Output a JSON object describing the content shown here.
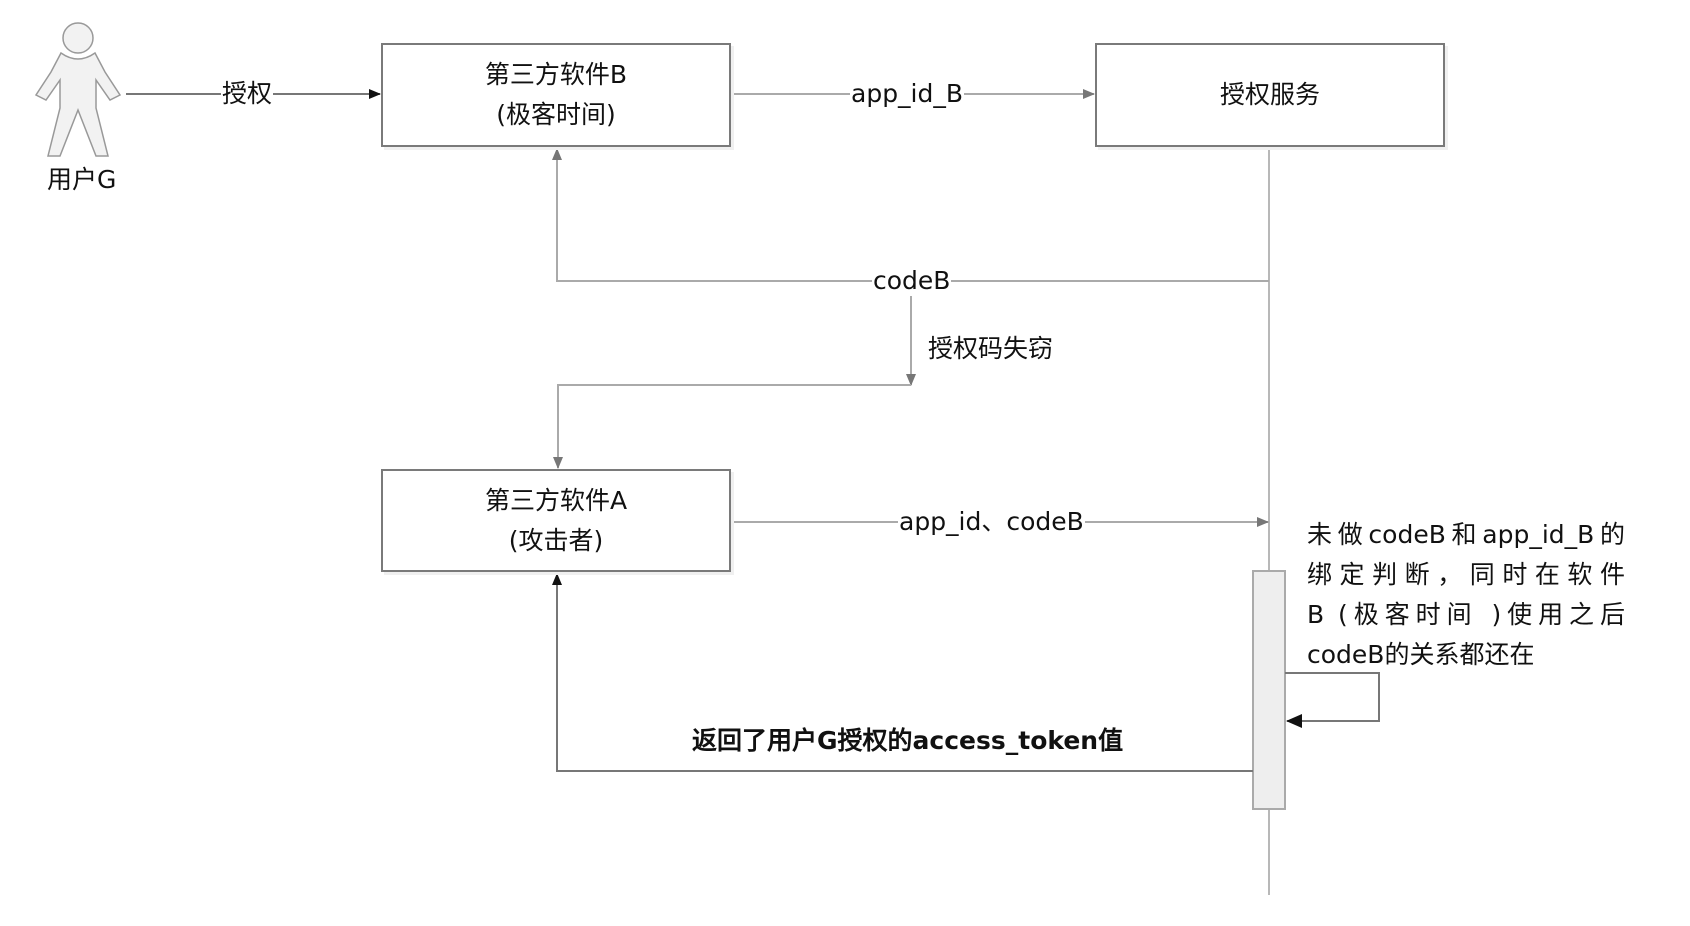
{
  "actor": {
    "label": "用户G",
    "icon": "person-icon"
  },
  "participants": {
    "software_b": {
      "line1": "第三方软件B",
      "line2": "(极客时间)"
    },
    "auth_service": {
      "line1": "授权服务"
    },
    "software_a": {
      "line1": "第三方软件A",
      "line2": "(攻击者)"
    }
  },
  "messages": {
    "authorize": "授权",
    "app_id_b": "app_id_B",
    "code_b": "codeB",
    "code_stolen": "授权码失窃",
    "app_id_code_b": "app_id、codeB",
    "return_token": "返回了用户G授权的access_token值"
  },
  "note": {
    "lines": [
      "未做codeB和app_id_B的",
      "绑定判断，同时在软件",
      "B (极客时间 )使用之后",
      "codeB的关系都还在"
    ]
  },
  "colors": {
    "line": "#aaaaaa",
    "dark_line": "#666666",
    "box_border": "#7a7a7a",
    "activation_fill": "#eeeeee"
  }
}
